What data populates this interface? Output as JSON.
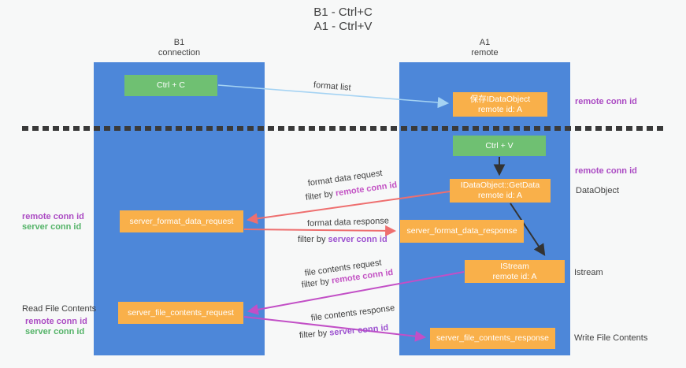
{
  "title": {
    "line1": "B1 - Ctrl+C",
    "line2": "A1 - Ctrl+V"
  },
  "columns": {
    "b1": {
      "name": "B1",
      "subtitle": "connection"
    },
    "a1": {
      "name": "A1",
      "subtitle": "remote"
    }
  },
  "boxes": {
    "ctrl_c": {
      "label": "Ctrl + C"
    },
    "ctrl_v": {
      "label": "Ctrl + V"
    },
    "save_idataobject": {
      "line1": "保存IDataObject",
      "line2": "remote id: A"
    },
    "getdata": {
      "line1": "IDataObject::GetData",
      "line2": "remote id: A"
    },
    "istream": {
      "line1": "IStream",
      "line2": "remote id: A"
    },
    "server_format_data_request": {
      "label": "server_format_data_request"
    },
    "server_format_data_response": {
      "label": "server_format_data_response"
    },
    "server_file_contents_request": {
      "label": "server_file_contents_request"
    },
    "server_file_contents_response": {
      "label": "server_file_contents_response"
    }
  },
  "arrow_labels": {
    "format_list": "format list",
    "format_data_request": "format data request",
    "format_data_response": "format data response",
    "file_contents_request": "file contents request",
    "file_contents_response": "file contents response",
    "filter_by": "filter by"
  },
  "shared": {
    "remote_conn_id": "remote conn id",
    "server_conn_id": "server conn id"
  },
  "side_labels": {
    "dataobject": "DataObject",
    "istream": "Istream",
    "read_file_contents": "Read File Contents",
    "write_file_contents": "Write File Contents"
  },
  "colors": {
    "column_blue": "#4d87d9",
    "box_green": "#6fc072",
    "box_orange": "#f9b04a",
    "arrow_lightblue": "#a5d3f3",
    "arrow_salmon": "#ee6f6f",
    "arrow_magenta": "#c24fc6",
    "arrow_black": "#333333",
    "text_purple": "#ab4bc3",
    "text_green": "#54b368",
    "text_dark": "#3f3f3f"
  }
}
